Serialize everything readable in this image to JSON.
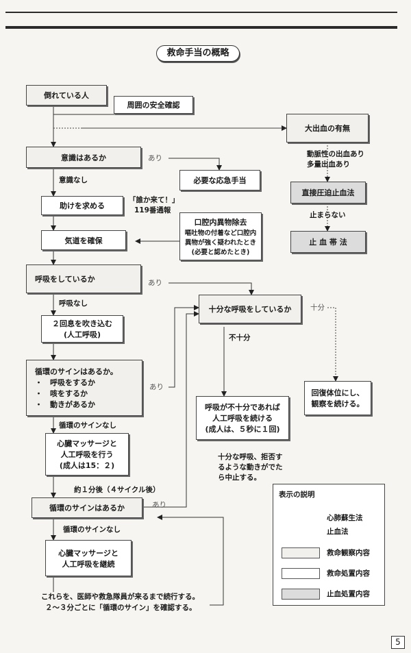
{
  "title": "救命手当の概略",
  "nodes": {
    "fallen": "倒れている人",
    "safety": "周囲の安全確認",
    "bleed_check": "大出血の有無",
    "conscious": "意識はあるか",
    "first_aid": "必要な応急手当",
    "pressure": "直接圧迫止血法",
    "call_help": "助けを求める",
    "foreign_title": "口腔内異物除去",
    "foreign_l1": "嘔吐物の付着など口腔内",
    "foreign_l2": "異物が強く疑われたとき",
    "foreign_l3": "(必要と認めたとき)",
    "airway": "気道を確保",
    "tourniquet": "止 血 帯 法",
    "breathing": "呼吸をしているか",
    "enough_breath": "十分な呼吸をしているか",
    "two_breaths_l1": "２回息を吹き込む",
    "two_breaths_l2": "(人工呼吸)",
    "circ_title": "循環のサインはあるか。",
    "circ_b1": "・　呼吸をするか",
    "circ_b2": "・　咳をするか",
    "circ_b3": "・　動きがあるか",
    "recovery_l1": "回復体位にし、",
    "recovery_l2": "観察を続ける。",
    "insufficient_l1": "呼吸が不十分であれば",
    "insufficient_l2": "人工呼吸を続ける",
    "insufficient_l3": "(成人は、５秒に１回)",
    "cpr_l1": "心臓マッサージと",
    "cpr_l2": "人工呼吸を行う",
    "cpr_l3": "(成人は15：２)",
    "circ2": "循環のサインはあるか",
    "cpr_cont_l1": "心臓マッサージと",
    "cpr_cont_l2": "人工呼吸を継続"
  },
  "labels": {
    "yes1": "あり",
    "no_conscious": "意識なし",
    "arterial_l1": "動脈性の出血あり",
    "arterial_l2": "多量出血あり",
    "call_l1": "「誰か来て！」",
    "call_l2": "119番通報",
    "not_stop": "止まらない",
    "yes2": "あり",
    "no_breath": "呼吸なし",
    "enough": "十分",
    "not_enough": "不十分",
    "yes3": "あり",
    "no_circ": "循環のサインなし",
    "stop_note_l1": "十分な呼吸、拒否す",
    "stop_note_l2": "るような動きがでた",
    "stop_note_l3": "ら中止する。",
    "after_1min": "約１分後（４サイクル後）",
    "yes4": "あり",
    "no_circ2": "循環のサインなし",
    "footer_l1": "これらを、医師や救急隊員が来るまで続行する。",
    "footer_l2": "２～３分ごとに「循環のサイン」を確認する。"
  },
  "legend": {
    "title": "表示の説明",
    "cpr_flow": "心肺蘇生法",
    "bleeding_flow": "止血法",
    "observation": "救命観察内容",
    "treatment": "救命処置内容",
    "hemostasis": "止血処置内容"
  },
  "page_number": "5"
}
